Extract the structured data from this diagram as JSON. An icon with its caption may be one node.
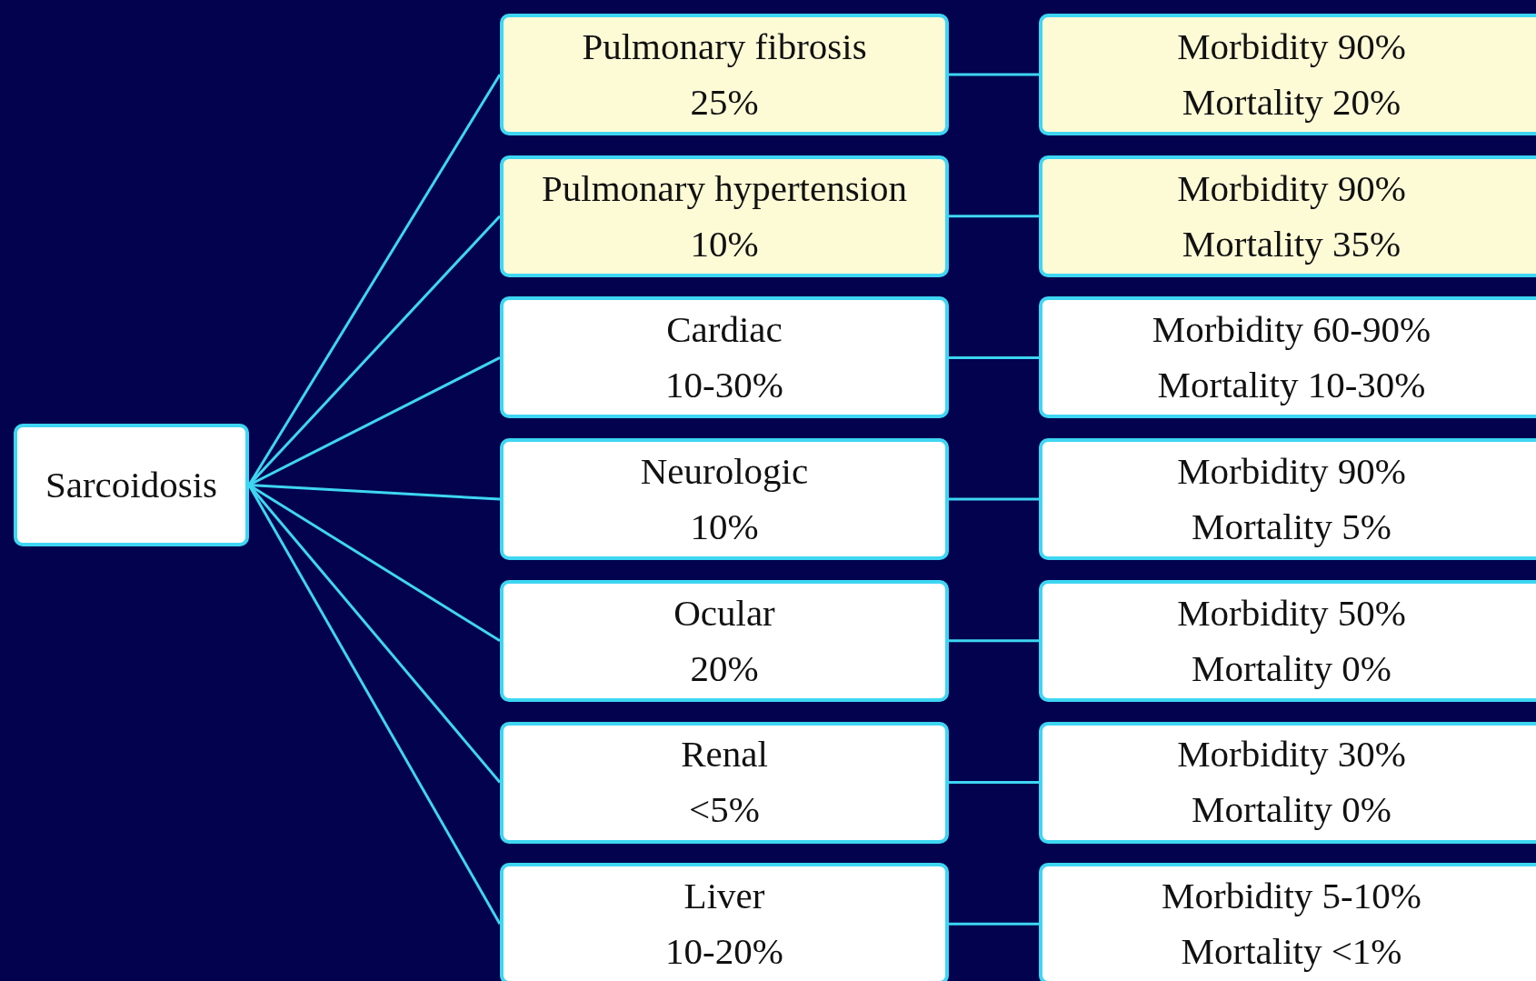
{
  "diagram": {
    "nodes": [
      {
        "text": [
          "Sarcoidosis"
        ]
      },
      {
        "text": [
          "Pulmonary fibrosis",
          "25%"
        ]
      },
      {
        "text": [
          "Morbidity 90%",
          "Mortality 20%"
        ]
      },
      {
        "text": [
          "Pulmonary hypertension",
          "10%"
        ]
      },
      {
        "text": [
          "Morbidity 90%",
          "Mortality 35%"
        ]
      },
      {
        "text": [
          "Cardiac",
          "10-30%"
        ]
      },
      {
        "text": [
          "Morbidity 60-90%",
          "Mortality 10-30%"
        ]
      },
      {
        "text": [
          "Neurologic",
          "10%"
        ]
      },
      {
        "text": [
          "Morbidity 90%",
          "Mortality 5%"
        ]
      },
      {
        "text": [
          "Ocular",
          "20%"
        ]
      },
      {
        "text": [
          "Morbidity 50%",
          "Mortality 0%"
        ]
      },
      {
        "text": [
          "Renal",
          "<5%"
        ]
      },
      {
        "text": [
          "Morbidity 30%",
          "Mortality 0%"
        ]
      },
      {
        "text": [
          "Liver",
          "10-20%"
        ]
      },
      {
        "text": [
          "Morbidity 5-10%",
          "Mortality <1%"
        ]
      }
    ],
    "edges": [
      {
        "from": 0,
        "to": 1,
        "arrow": "none"
      },
      {
        "from": 0,
        "to": 3,
        "arrow": "none"
      },
      {
        "from": 0,
        "to": 5,
        "arrow": "none"
      },
      {
        "from": 0,
        "to": 7,
        "arrow": "none"
      },
      {
        "from": 0,
        "to": 9,
        "arrow": "none"
      },
      {
        "from": 0,
        "to": 11,
        "arrow": "none"
      },
      {
        "from": 0,
        "to": 13,
        "arrow": "none"
      },
      {
        "from": 1,
        "to": 2,
        "arrow": "none"
      },
      {
        "from": 3,
        "to": 4,
        "arrow": "none"
      },
      {
        "from": 5,
        "to": 6,
        "arrow": "none"
      },
      {
        "from": 7,
        "to": 8,
        "arrow": "none"
      },
      {
        "from": 9,
        "to": 10,
        "arrow": "none"
      },
      {
        "from": 11,
        "to": 12,
        "arrow": "none"
      },
      {
        "from": 13,
        "to": 14,
        "arrow": "none"
      }
    ]
  }
}
